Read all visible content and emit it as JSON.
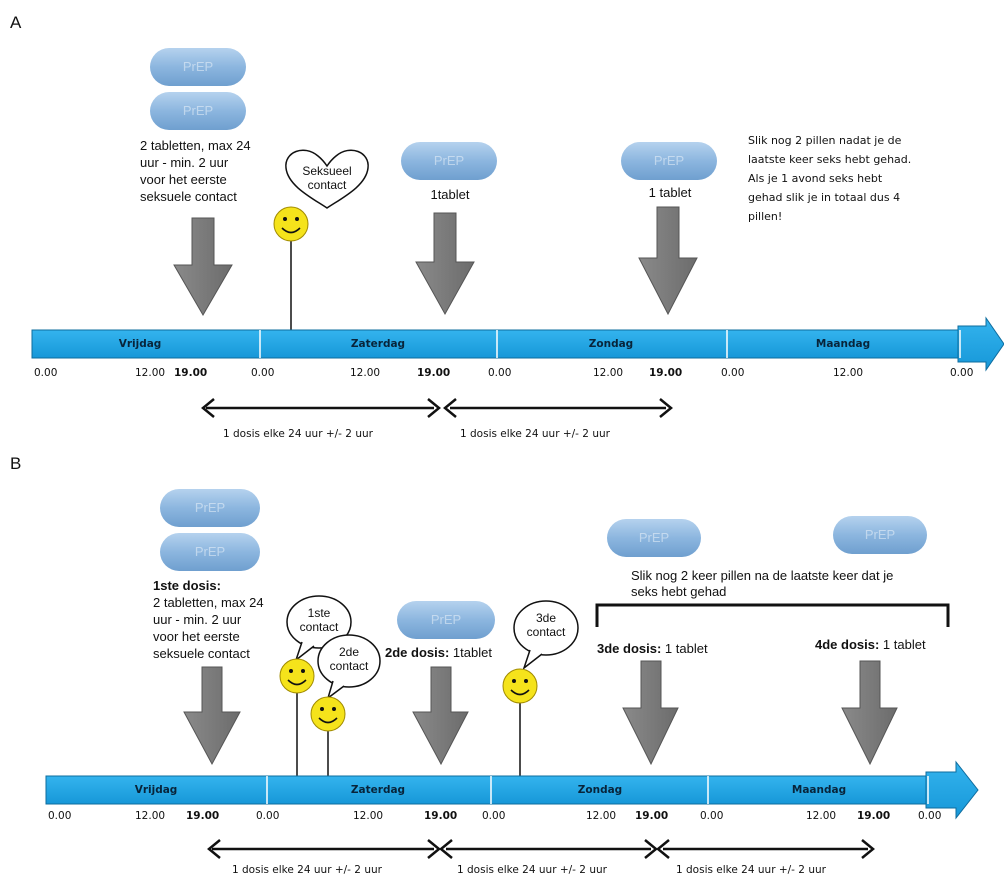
{
  "panels": [
    {
      "label": "A"
    },
    {
      "label": "B"
    }
  ],
  "pill_text": "PrEP",
  "colors": {
    "timeline": "#1ea6e6",
    "arrow_gray": "#7a7a7a",
    "pill": "#8fb9e0",
    "smiley": "#f5e31b"
  },
  "panelA": {
    "days": [
      "Vrijdag",
      "Zaterdag",
      "Zondag",
      "Maandag"
    ],
    "hours": [
      "0.00",
      "12.00",
      "19.00",
      "0.00",
      "12.00",
      "19.00",
      "0.00",
      "12.00",
      "19.00",
      "0.00",
      "12.00",
      "0.00"
    ],
    "first_dose": [
      "2 tabletten, max 24",
      "uur - min. 2 uur",
      "voor het eerste",
      "seksuele contact"
    ],
    "bubble": [
      "Seksueel",
      "contact"
    ],
    "dose2": "1tablet",
    "dose3": "1 tablet",
    "note": [
      "Slik nog 2 pillen nadat je de",
      "laatste keer seks hebt gehad.",
      "Als je 1 avond seks hebt",
      "gehad slik je in totaal dus 4",
      "pillen!"
    ],
    "intervals": [
      "1 dosis elke 24 uur +/- 2 uur",
      "1 dosis elke 24 uur +/- 2 uur"
    ]
  },
  "panelB": {
    "days": [
      "Vrijdag",
      "Zaterdag",
      "Zondag",
      "Maandag"
    ],
    "hours": [
      "0.00",
      "12.00",
      "19.00",
      "0.00",
      "12.00",
      "19.00",
      "0.00",
      "12.00",
      "19.00",
      "0.00",
      "12.00",
      "19.00",
      "0.00"
    ],
    "first_dose_title": "1ste dosis:",
    "first_dose": [
      "2 tabletten, max 24",
      "uur - min. 2 uur",
      "voor het eerste",
      "seksuele contact"
    ],
    "bubble1": [
      "1ste",
      "contact"
    ],
    "bubble2": [
      "2de",
      "contact"
    ],
    "bubble3": [
      "3de",
      "contact"
    ],
    "dose2_title": "2de dosis:",
    "dose2_rest": " 1tablet",
    "dose3_title": "3de dosis:",
    "dose3_rest": " 1 tablet",
    "dose4_title": "4de dosis:",
    "dose4_rest": " 1 tablet",
    "note": [
      "Slik nog 2 keer pillen na de laatste keer dat je",
      "seks hebt gehad"
    ],
    "intervals": [
      "1 dosis elke 24 uur +/- 2 uur",
      "1 dosis elke 24 uur +/- 2 uur",
      "1 dosis elke 24 uur +/- 2 uur"
    ]
  }
}
